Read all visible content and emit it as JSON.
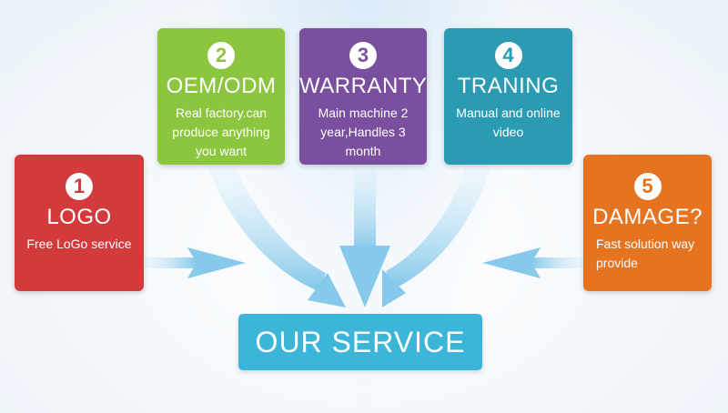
{
  "cards": {
    "logo": {
      "number": "1",
      "title": "LOGO",
      "description": "Free LoGo service"
    },
    "oem": {
      "number": "2",
      "title": "OEM/ODM",
      "description": "Real factory.can produce anything you want"
    },
    "warranty": {
      "number": "3",
      "title": "WARRANTY",
      "description": "Main machine 2 year,Handles 3 month"
    },
    "training": {
      "number": "4",
      "title": "TRANING",
      "description": "Manual and online video"
    },
    "damage": {
      "number": "5",
      "title": "DAMAGE?",
      "description": "Fast solution way provide"
    }
  },
  "center": {
    "label": "OUR SERVICE"
  },
  "colors": {
    "logo": "#d23a3c",
    "oem": "#8cc63f",
    "warranty": "#7b4fa0",
    "training": "#2a9bb3",
    "damage": "#e67320",
    "center": "#3bb6d8",
    "arrow": "#9ed3ee"
  }
}
